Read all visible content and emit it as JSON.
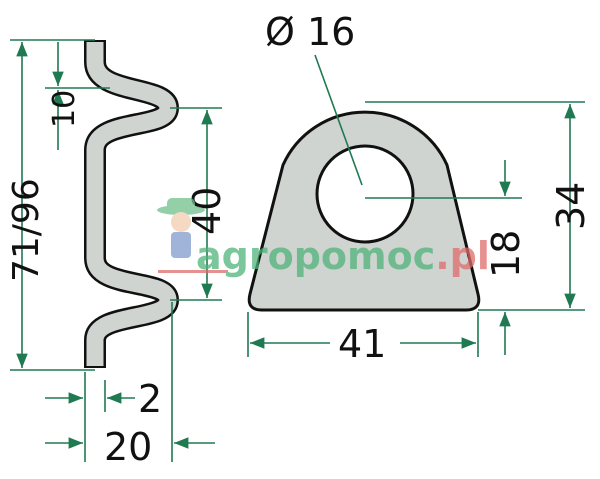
{
  "drawing": {
    "hole_diameter": "Ø 16",
    "tab_height": "34",
    "hole_center_height": "18",
    "tab_width": "41",
    "profile_length": "71/96",
    "profile_offset": "10",
    "hump_spacing": "40",
    "thickness": "2",
    "profile_depth": "20"
  },
  "watermark": {
    "text": "agropomoc.pl"
  },
  "colors": {
    "dimension": "#1f7a52",
    "part_fill": "#cfd4d0",
    "outline": "#111111"
  }
}
